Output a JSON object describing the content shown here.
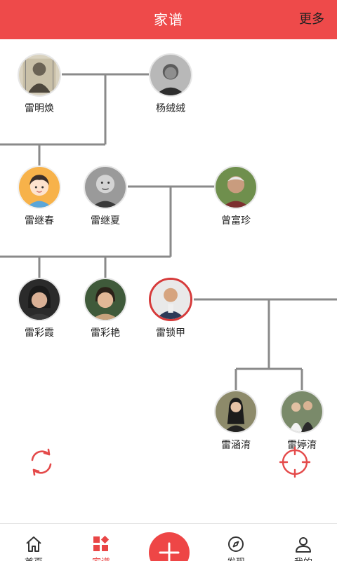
{
  "header": {
    "title": "家谱",
    "more": "更多"
  },
  "people": {
    "p1": "雷明焕",
    "p2": "杨绒绒",
    "p3": "雷继春",
    "p4": "雷继夏",
    "p5": "曾富珍",
    "p6": "雷彩霞",
    "p7": "雷彩艳",
    "p8": "雷锁甲",
    "p9": "雷涵淯",
    "p10": "雷婷淯"
  },
  "tabs": {
    "home": "首页",
    "tree": "家谱",
    "discover": "发现",
    "mine": "我的"
  },
  "colors": {
    "brand": "#ee4a4a",
    "line": "#8a8a8a"
  }
}
